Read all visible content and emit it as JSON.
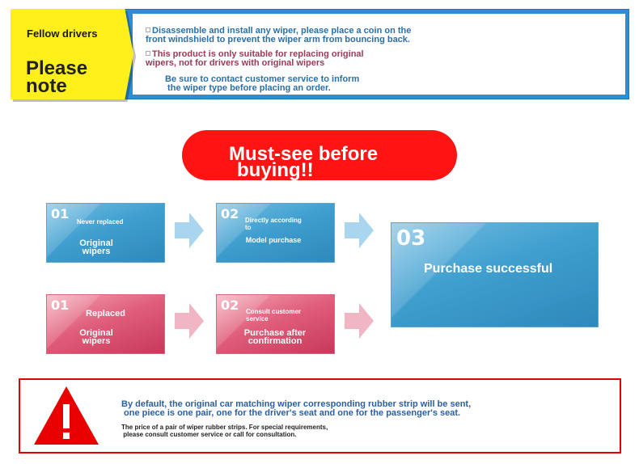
{
  "notice": {
    "badge_title": "Fellow drivers",
    "badge_note": "Please note",
    "lines": [
      "Disassemble and install any wiper, please place a coin on the\nfront windshield to prevent the wiper arm from bouncing back.",
      "This product is only suitable for replacing original\nwipers, not for drivers with original wipers",
      "Be sure to contact customer service to inform\n the wiper type before placing an order."
    ],
    "colors": {
      "frame": "#2a8fd6",
      "badge": "#ffef1a"
    }
  },
  "headline": {
    "line1": "Must-see before",
    "line2": "buying!!",
    "color": "#ff1414"
  },
  "flow": {
    "row_blue": [
      {
        "num": "01",
        "small": "Never replaced",
        "label": "Original\nwipers"
      },
      {
        "num": "02",
        "small": "Directly according\nto",
        "label": "Model purchase"
      }
    ],
    "row_red": [
      {
        "num": "01",
        "small": "",
        "label_top": "Replaced",
        "label": "Original\nwipers"
      },
      {
        "num": "02",
        "small": "Consult customer\nservice",
        "label": "Purchase after\nconfirmation"
      }
    ],
    "final": {
      "num": "03",
      "label": "Purchase successful"
    }
  },
  "warning": {
    "main": "By default, the original car matching wiper corresponding rubber strip will be sent,\n one piece is one pair, one for the driver's seat and one for the passenger's seat.",
    "sub": "The price of a pair of wiper rubber strips. For special requirements,\n please consult customer service or call for consultation.",
    "color": "#e00000"
  }
}
